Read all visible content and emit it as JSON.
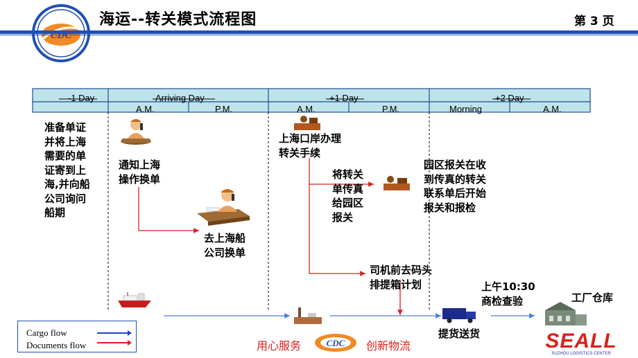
{
  "header": {
    "title": "海运--转关模式流程图",
    "page_number": "第 3 页"
  },
  "timeline": {
    "days": [
      "-1 Day",
      "Arriving  Day",
      "+1 Day",
      "+2 Day"
    ],
    "periods": [
      "A.M.",
      "P.M.",
      "A.M.",
      "P.M.",
      "Morning",
      "A.M."
    ]
  },
  "steps": {
    "prepare_docs": [
      "准备单证",
      "并将上海",
      "需要的单",
      "证寄到上",
      "海,并向船",
      "公司询问",
      "船期"
    ],
    "notify_shanghai": [
      "通知上海",
      "操作换单"
    ],
    "shipping_company": [
      "去上海船",
      "公司换单"
    ],
    "port_customs": [
      "上海口岸办理",
      "转关手续"
    ],
    "fax_transfer": [
      "将转关",
      "单传真",
      "给园区",
      "报关"
    ],
    "park_customs": [
      "园区报关在收",
      "到传真的转关",
      "联系单后开始",
      "报关和报检"
    ],
    "driver_plan": [
      "司机前去码头",
      "排提箱计划"
    ],
    "inspection": [
      "上午10:30",
      "商检查验"
    ],
    "delivery": "提货送货",
    "warehouse": "工厂仓库"
  },
  "legend": {
    "cargo_flow": "Cargo flow",
    "documents_flow": "Documents  flow",
    "cargo_color": "#1f3fd0",
    "documents_color": "#e0201c"
  },
  "footer": {
    "left_slogan": "用心服务",
    "right_slogan": "创新物流",
    "brand": "SEALL",
    "brand_sub": "SUZHOU LOGISTICS CENTER",
    "logo_text": "CDC"
  },
  "colors": {
    "header_fill": "#bfe3ea",
    "header_border": "#1f4f8f",
    "accent_red": "#d9211c",
    "flow_blue": "#4a7ee0"
  }
}
